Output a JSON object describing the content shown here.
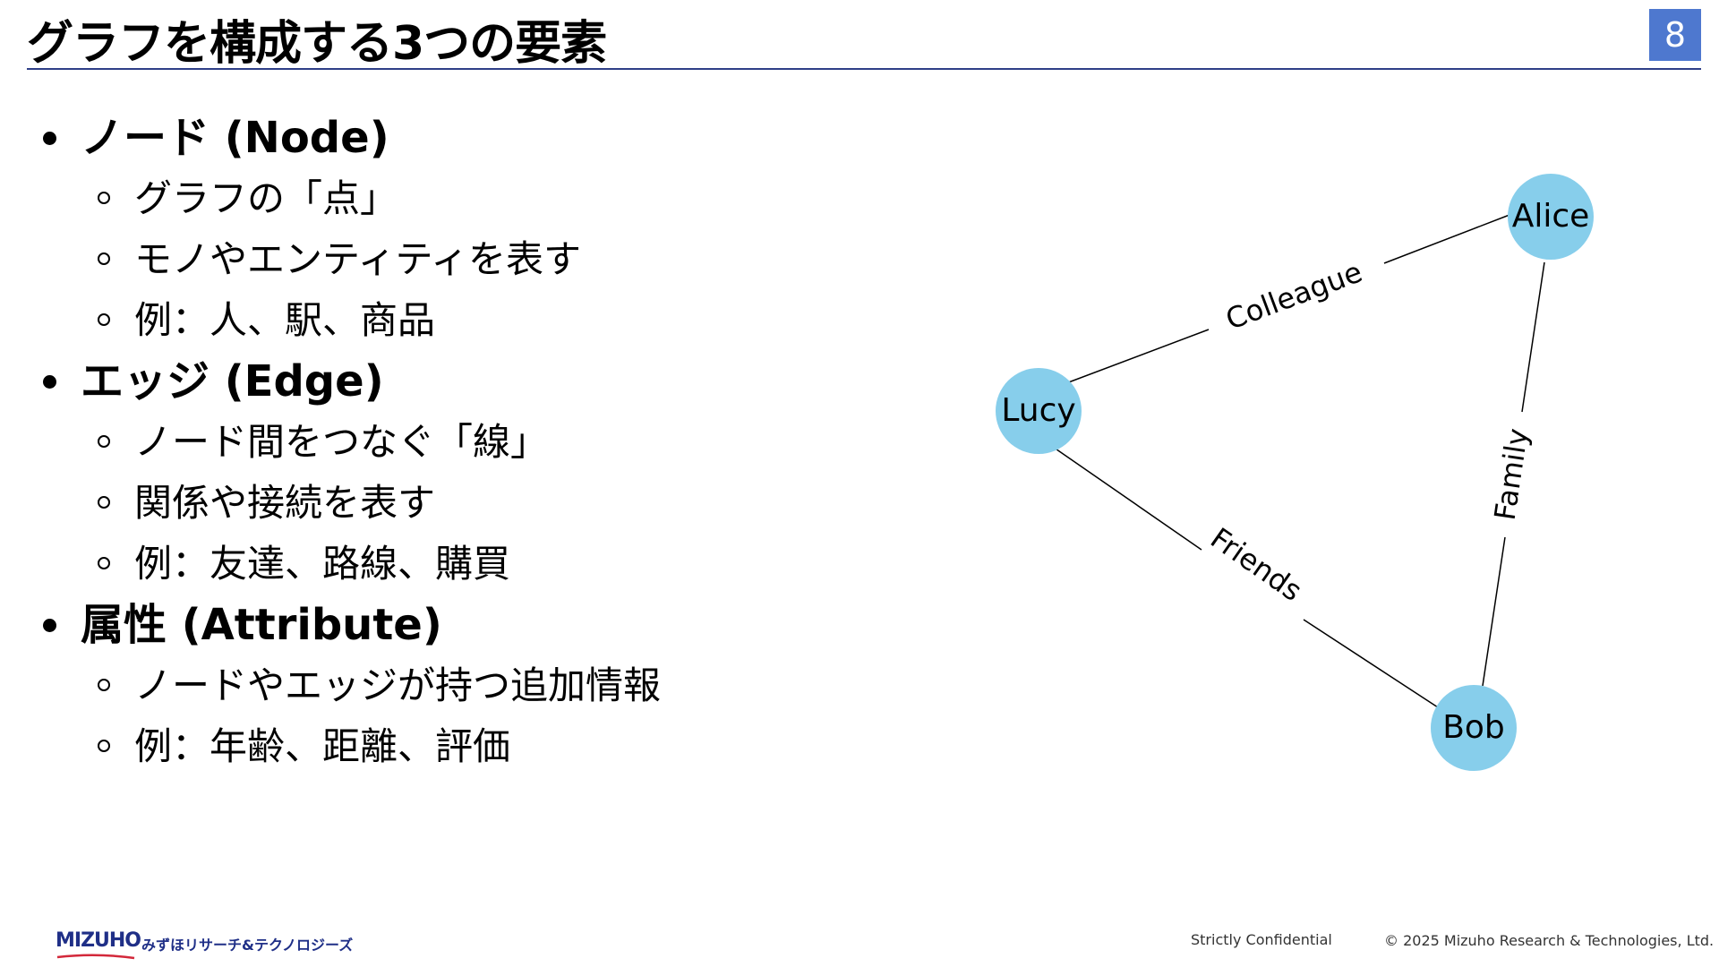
{
  "slide": {
    "title": "グラフを構成する3つの要素",
    "page_number": "8"
  },
  "sections": [
    {
      "heading": "ノード (Node)",
      "items": [
        "グラフの「点」",
        "モノやエンティティを表す",
        "例：人、駅、商品"
      ]
    },
    {
      "heading": "エッジ (Edge)",
      "items": [
        "ノード間をつなぐ「線」",
        "関係や接続を表す",
        "例：友達、路線、購買"
      ]
    },
    {
      "heading": "属性 (Attribute)",
      "items": [
        "ノードやエッジが持つ追加情報",
        "例：年齢、距離、評価"
      ]
    }
  ],
  "graph": {
    "node_color": "#87ceeb",
    "edge_color": "#000000",
    "nodes": [
      "Alice",
      "Lucy",
      "Bob"
    ],
    "edges": [
      {
        "source": "Lucy",
        "target": "Alice",
        "label": "Colleague"
      },
      {
        "source": "Alice",
        "target": "Bob",
        "label": "Family"
      },
      {
        "source": "Lucy",
        "target": "Bob",
        "label": "Friends"
      }
    ]
  },
  "footer": {
    "logo_text": "MIZUHO",
    "logo_subtext": "みずほリサーチ&テクノロジーズ",
    "confidential": "Strictly Confidential",
    "copyright": "© 2025 Mizuho Research & Technologies, Ltd."
  },
  "colors": {
    "accent": "#4e78cf",
    "rule": "#2f3f87",
    "brand": "#1f2f87"
  }
}
